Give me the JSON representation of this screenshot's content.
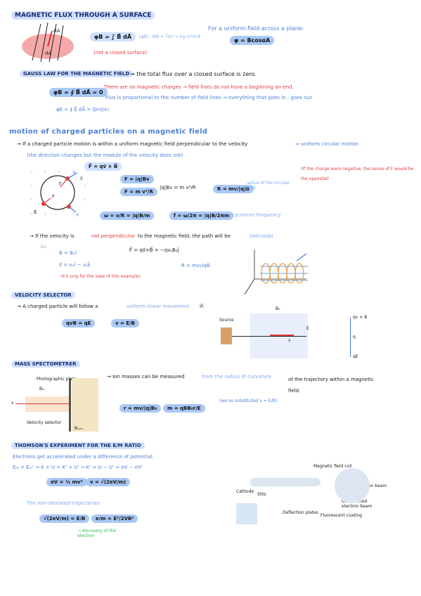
{
  "flux": {
    "title": "MAGNETIC FLUX THROUGH A SURFACE",
    "formula": "φB = ∫ B⃗ dA⃗",
    "units": "[φB] : Wb = Tm² = kg m²/s²A",
    "note_closed": "(not a closed surface)",
    "uniform_text": "For a uniform field across a plane:",
    "uniform_formula": "φ = BcosαA"
  },
  "gauss": {
    "title": "GAUSS LAW FOR THE MAGNETIC FIELD",
    "statement": "→ the total flux over a closed surface is zero.",
    "formula": "φB = ∮ B⃗ dA⃗ = 0",
    "no_charges": "There are no magnetic charges → field lines do not have a beginning an end.",
    "proportional": "Flux is proportional to the number of field lines → everything that goes in , goes out",
    "electric": "φE = ∮ E⃗ dA⃗ = Qint/ε₀"
  },
  "motion": {
    "title": "Motion of Charged Particles on a Magnetic Field",
    "line1": "→ If a charged particle motion is within a uniform magnetic field perpendicular to the velocity",
    "line1_result": "⇒ uniform circular motion",
    "line2": "(the direction changes but the module of the velocity does not)",
    "force": "F⃗ = qv⃗ × B⃗",
    "f1": "F = |q|Bv",
    "f2": "F = m v²/R",
    "f3": "|q|Bv = m v²/R",
    "radius": "R = mv/|q|B",
    "radius_label": "radius of the circular orbit",
    "negative": "(If the charge were negative, the sense of F would be the opposite)",
    "omega": "ω = v/R = |q|B/m",
    "freq": "f = ω/2π = |q|B/2πm",
    "cyclotron": "cyclotron frequency",
    "not_perp_a": "→ If the velocity is",
    "not_perp_b": "not perpendicular",
    "not_perp_c": "to the magnetic field, the path will be",
    "helicoidal": "helicoidal",
    "ex": "Ex:",
    "ex_b": "B = Bₒî",
    "ex_v": "v⃗ = vₓî − vᵧk̂",
    "ex_f": "F⃗ = qv⃗×B⃗ = −qvᵧBₒĵ",
    "ex_r": "R = mv₂/qB",
    "ex_note": "(it's only for the sake of this example)",
    "diag_labels": [
      "F⃗",
      "v⃗",
      "B⃗",
      "S",
      "v⃗",
      "F⃗"
    ]
  },
  "velocity_selector": {
    "title": "VELOCITY SELECTOR",
    "text_a": "→ A charged particle will follow a",
    "text_b": "uniform linear movement",
    "text_c": "if:",
    "formula": "qvB = qE",
    "result": "v = E/B",
    "fig_source": "Source",
    "fig_b0": "B₀",
    "fig_e": "E",
    "fig_v": "v",
    "fig_qvb": "qv × B",
    "fig_q": "q",
    "fig_qe": "qE"
  },
  "mass_spec": {
    "title": "MASS SPECTOMETRER",
    "text_a": "→ Ion masses can be measured",
    "text_b": "from the radius of curvature",
    "text_c": "of the trajectory within a magnetic field.",
    "formula_r": "r = mv/|q|B₀",
    "formula_m": "m = qBB₀r/E",
    "substituted": "(we've substituted v = E/B)",
    "fig_plate": "Photographic plate",
    "fig_vs": "Velocity selector",
    "fig_b0": "B₀,ᵢₙ",
    "fig_b": "Bᵢₙ",
    "fig_x": "x"
  },
  "thomson": {
    "title": "THOMSON'S EXPERIMENT FOR THE E/M RATIO",
    "accel": "Electrons get accelerated under a difference of potential:",
    "energy": "Eₘ = Eₘ' → K + U = K' + U' → K' = U − U' = eV − eV'",
    "ev": "eV = ½ mv²",
    "v": "v = √(2eV/m)",
    "undeviated": "The non-deviated trajectories:",
    "left": "√(2eV/m) = E/B",
    "right": "e/m = E²/2VB²",
    "discovery": "→ discovery of the electron",
    "fig_coil": "Magnetic field coil",
    "fig_deflected": "Deflected electron beam",
    "fig_undeflected": "Undeflected electron beam",
    "fig_cathode": "Cathode",
    "fig_slits": "Slits",
    "fig_plates": "Deflection plates",
    "fig_coating": "Fluorescent coating"
  }
}
